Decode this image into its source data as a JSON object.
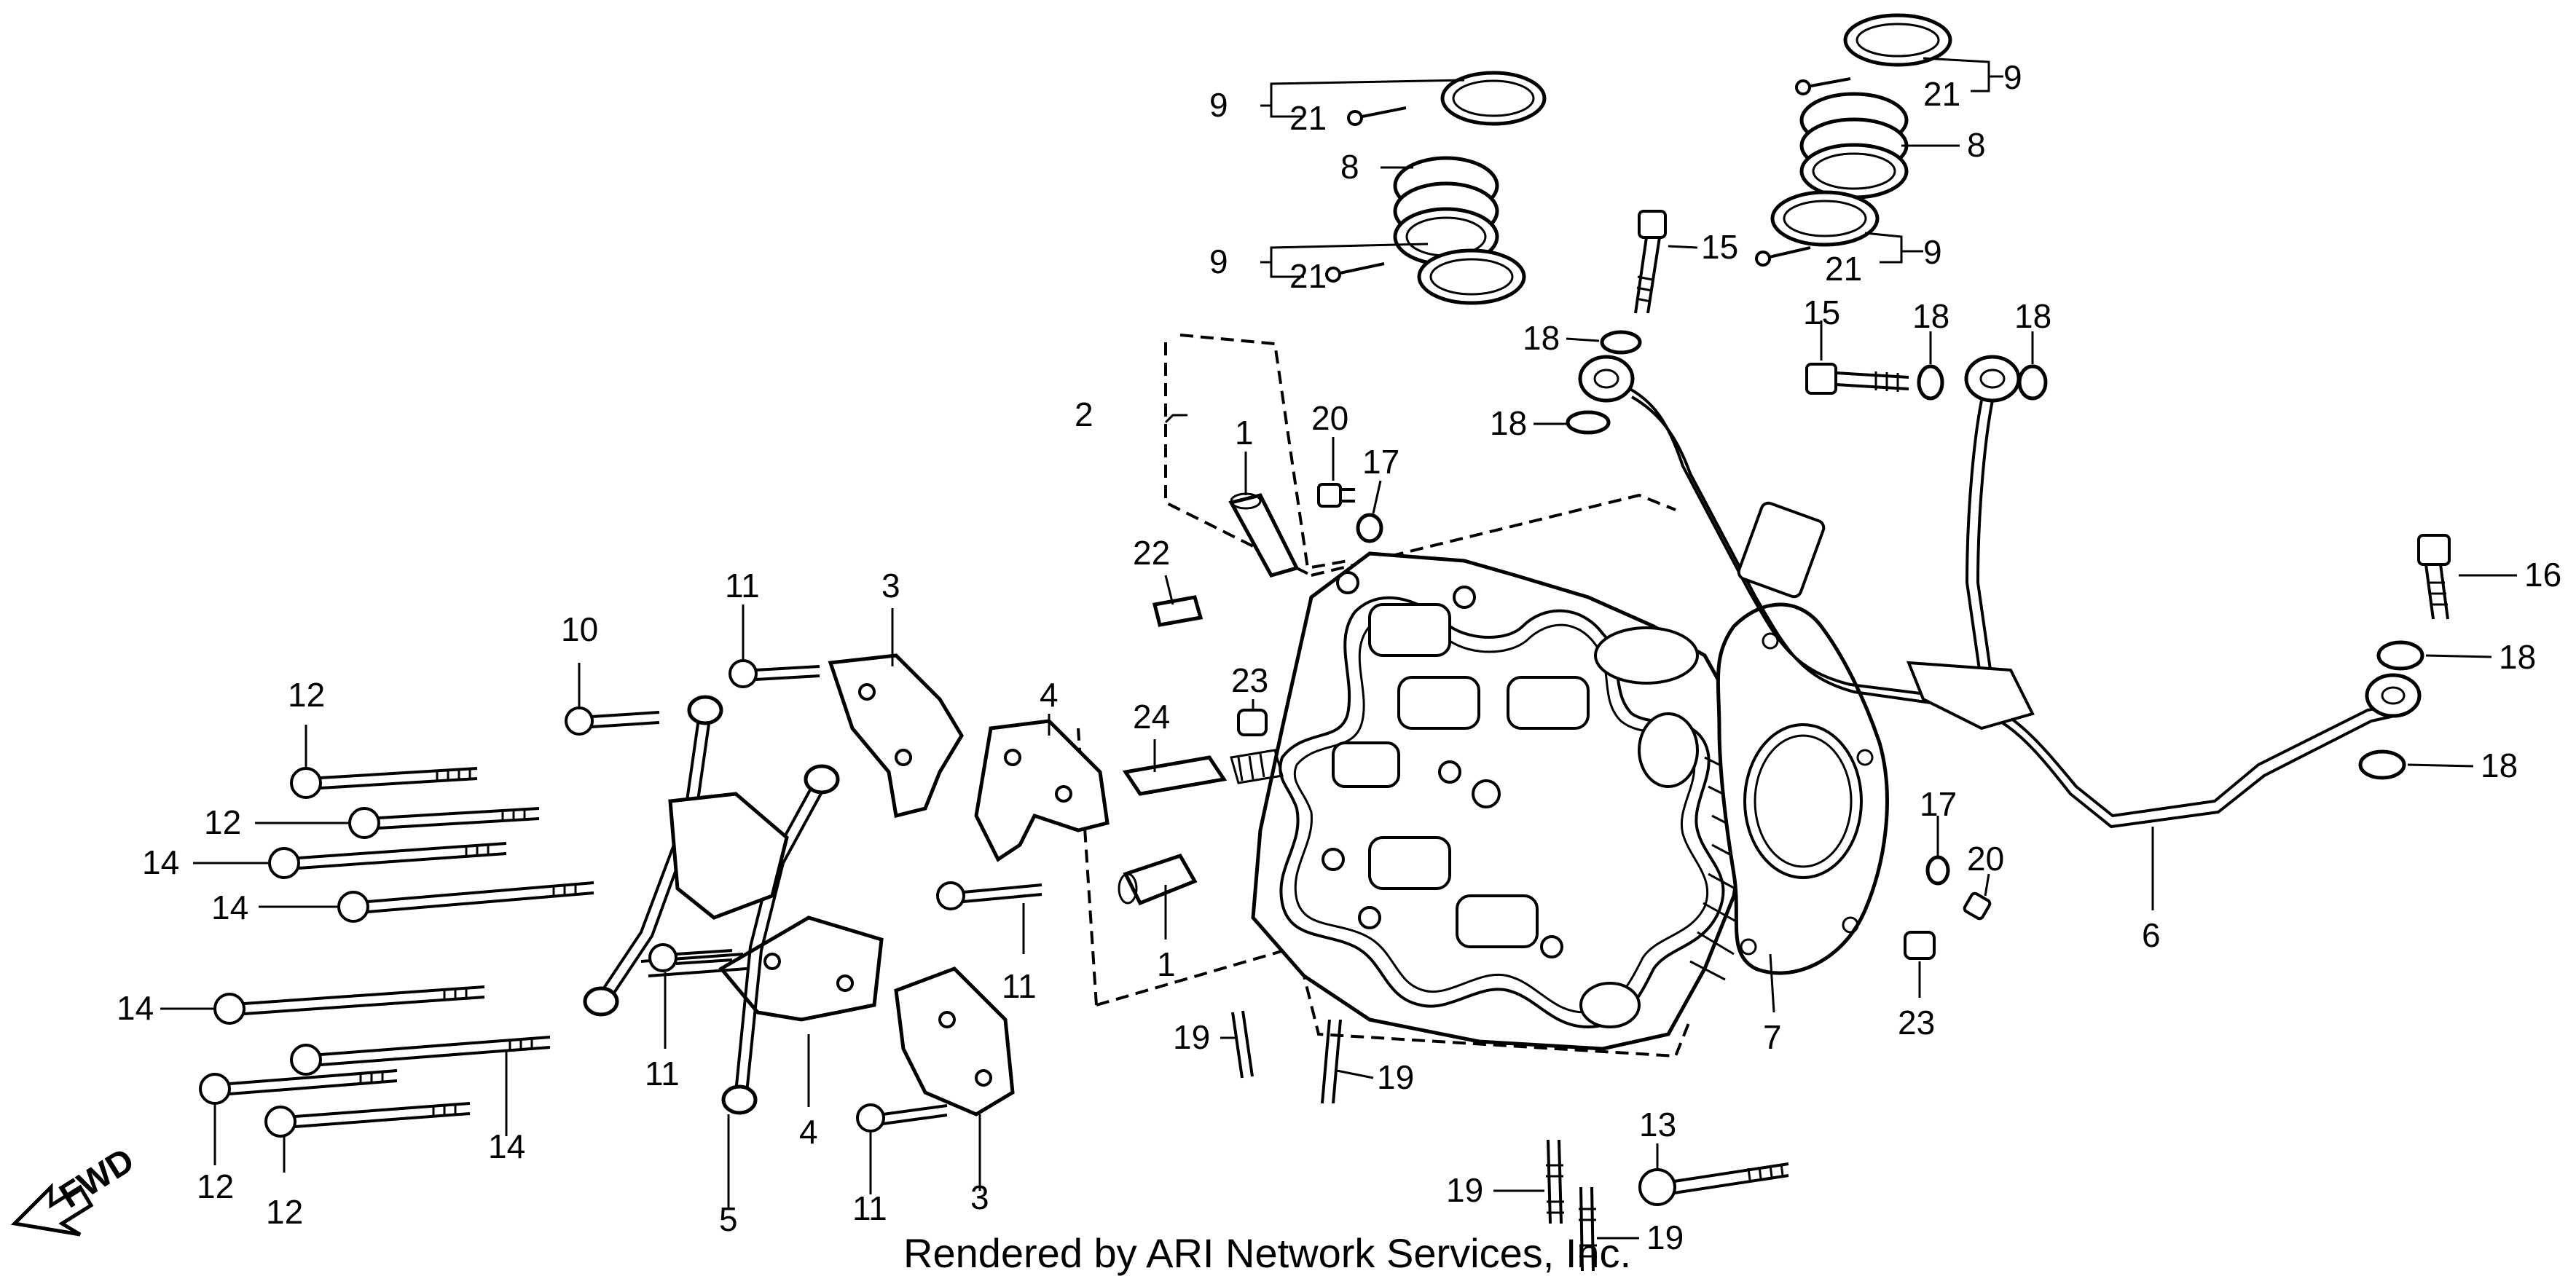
{
  "diagram": {
    "credit": "Rendered by ARI Network Services, Inc.",
    "direction": "FWD",
    "callouts": [
      "1",
      "1",
      "2",
      "3",
      "3",
      "4",
      "4",
      "5",
      "6",
      "7",
      "8",
      "8",
      "9",
      "9",
      "9",
      "9",
      "10",
      "11",
      "11",
      "11",
      "11",
      "12",
      "12",
      "12",
      "12",
      "13",
      "14",
      "14",
      "14",
      "14",
      "15",
      "15",
      "16",
      "17",
      "17",
      "18",
      "18",
      "18",
      "18",
      "18",
      "18",
      "19",
      "19",
      "19",
      "19",
      "20",
      "20",
      "21",
      "21",
      "21",
      "21",
      "22",
      "23",
      "23",
      "24"
    ]
  }
}
